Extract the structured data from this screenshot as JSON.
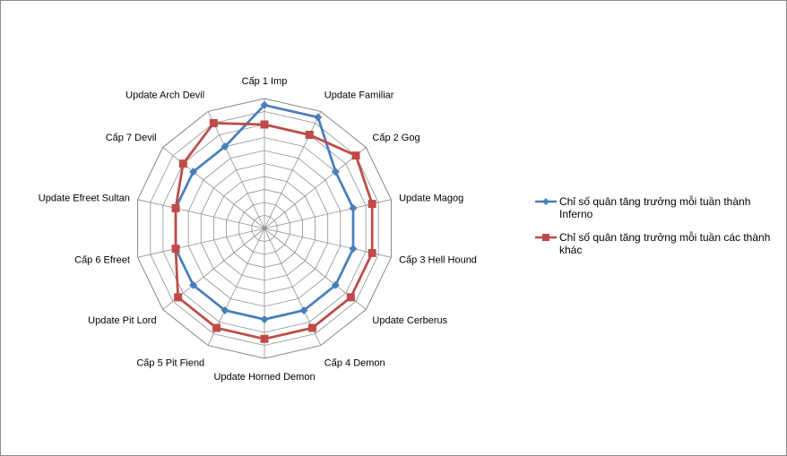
{
  "chart_data": {
    "type": "radar",
    "categories": [
      "Cấp 1 Imp",
      "Update Familiar",
      "Cấp 2 Gog",
      "Update Magog",
      "Cấp 3 Hell Hound",
      "Update Cerberus",
      "Cấp 4 Demon",
      "Update Horned Demon",
      "Cấp 5 Pit Fiend",
      "Update Pit Lord",
      "Cấp 6 Efreet",
      "Update Efreet Sultan",
      "Cấp 7 Devil",
      "Update Arch Devil"
    ],
    "rlim": [
      0,
      10
    ],
    "grid": true,
    "legend_position": "right",
    "series": [
      {
        "name": "Chỉ số quân tăng trưởng mỗi tuần thành Inferno",
        "color": "#4a7ebb",
        "marker": "diamond",
        "values": [
          9.5,
          9.5,
          7,
          7,
          7,
          7,
          7,
          7,
          7,
          7,
          7,
          7,
          7,
          7
        ]
      },
      {
        "name": "Chỉ số quân tăng trưởng mỗi tuần các thành khác",
        "color": "#be4b48",
        "marker": "square",
        "values": [
          8,
          8,
          9,
          8.5,
          8.5,
          8.5,
          8.5,
          8.5,
          8.5,
          8.5,
          7,
          7,
          8,
          9
        ]
      }
    ]
  }
}
